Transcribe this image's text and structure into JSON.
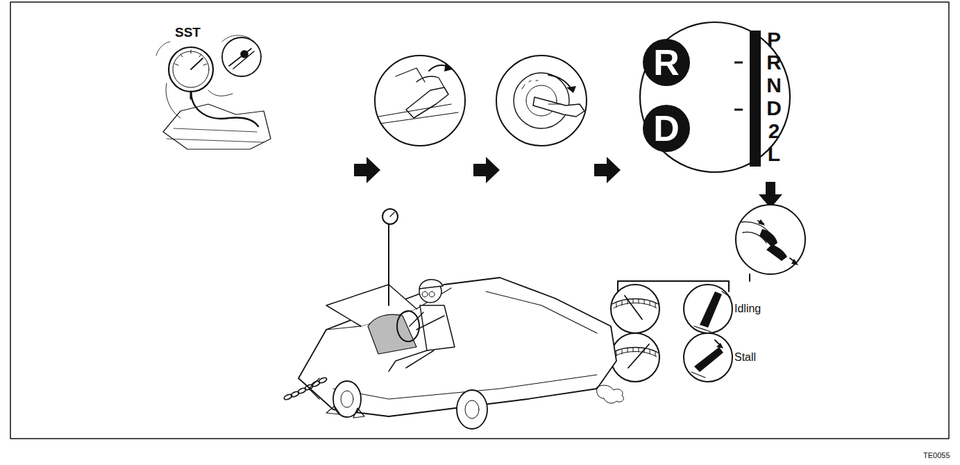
{
  "diagram": {
    "nodes": [
      {
        "text": [
          "P R N D 2 L"
        ]
      },
      {
        "text": [
          "R"
        ],
        "in": 0
      },
      {
        "text": [
          "D"
        ],
        "in": 0
      }
    ],
    "labels": [
      "SST",
      "Idling",
      "Stall",
      "TE0055"
    ]
  }
}
